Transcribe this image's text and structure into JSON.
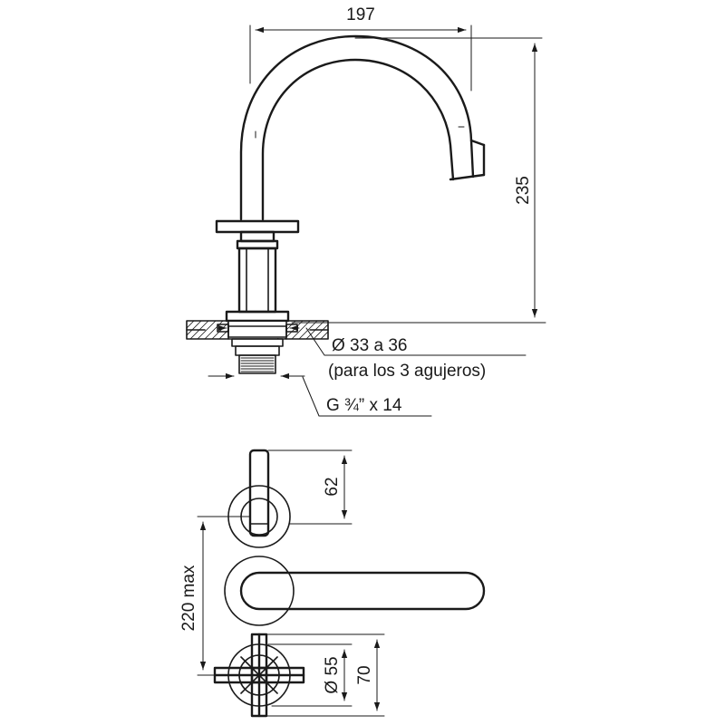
{
  "elevation": {
    "width_label": "197",
    "height_label": "235",
    "hole_diameter_label": "Ø 33 a 36",
    "hole_note_label": "(para los 3 agujeros)",
    "thread_label": "G ¾” x 14"
  },
  "plan": {
    "handle_height_label": "62",
    "max_spacing_label": "220 max",
    "rosette_diameter_label": "Ø 55",
    "handle_span_label": "70"
  }
}
